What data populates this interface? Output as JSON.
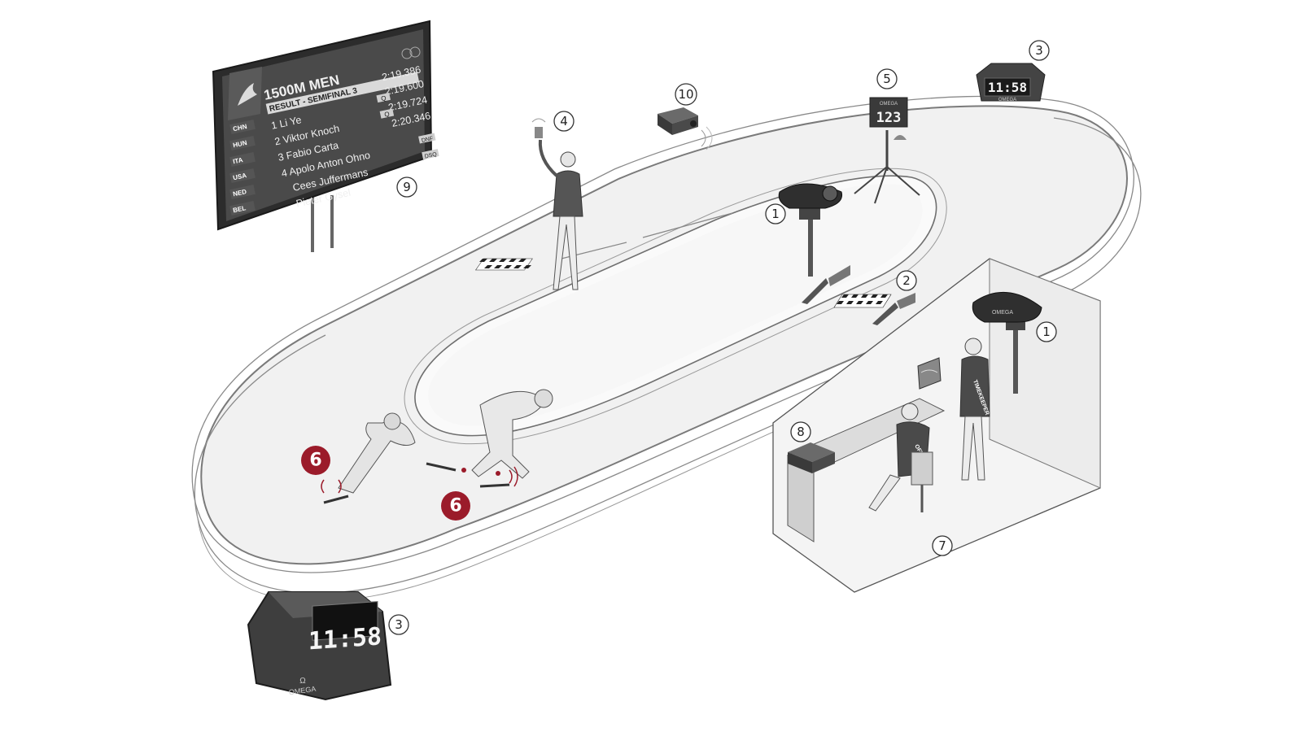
{
  "colors": {
    "accent_red": "#9b1b2a",
    "line": "#555555",
    "track_surface": "#f3f3f3",
    "equipment_dark": "#3a3a3a"
  },
  "callouts": [
    {
      "id": "c1a",
      "label": "1"
    },
    {
      "id": "c1b",
      "label": "1"
    },
    {
      "id": "c2",
      "label": "2"
    },
    {
      "id": "c3a",
      "label": "3"
    },
    {
      "id": "c3b",
      "label": "3"
    },
    {
      "id": "c4",
      "label": "4"
    },
    {
      "id": "c5",
      "label": "5"
    },
    {
      "id": "c6a",
      "label": "6"
    },
    {
      "id": "c6b",
      "label": "6"
    },
    {
      "id": "c7",
      "label": "7"
    },
    {
      "id": "c8",
      "label": "8"
    },
    {
      "id": "c9",
      "label": "9"
    },
    {
      "id": "c10",
      "label": "10"
    }
  ],
  "scoreboard": {
    "title": "1500M MEN",
    "subtitle": "RESULT - SEMIFINAL 3",
    "badge_q1": "Q",
    "badge_q2": "Q",
    "badge_dnf": "DNF",
    "badge_dsq": "DSQ",
    "rows": [
      {
        "country": "CHN",
        "name": "1 Li Ye",
        "time": "2:19.386"
      },
      {
        "country": "HUN",
        "name": "2 Viktor Knoch",
        "time": "2:19.600"
      },
      {
        "country": "ITA",
        "name": "3 Fabio Carta",
        "time": "2:19.724"
      },
      {
        "country": "USA",
        "name": "4 Apolo Anton Ohno",
        "time": "2:20.346"
      },
      {
        "country": "NED",
        "name": "Cees Juffermans",
        "time": ""
      },
      {
        "country": "BEL",
        "name": "Pieter Gysel",
        "time": ""
      }
    ]
  },
  "clocks": {
    "large_time": "11:58",
    "small_time": "11:58",
    "brand": "OMEGA"
  },
  "lap_counter": {
    "value": "123",
    "brand": "OMEGA"
  },
  "camera_brand": "OMEGA",
  "shirt_text": {
    "line1": "OFFICIAL",
    "line2": "TIMEKEEPER"
  }
}
